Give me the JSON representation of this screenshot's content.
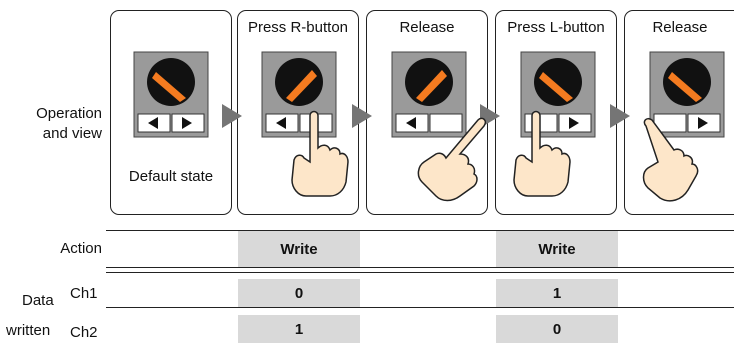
{
  "labels": {
    "operation_and_view_line1": "Operation",
    "operation_and_view_line2": "and view",
    "action": "Action",
    "data": "Data",
    "written": "written",
    "ch1": "Ch1",
    "ch2": "Ch2"
  },
  "panels": [
    {
      "title": "",
      "caption": "Default state"
    },
    {
      "title": "Press R-button",
      "caption": ""
    },
    {
      "title": "Release",
      "caption": ""
    },
    {
      "title": "Press L-button",
      "caption": ""
    },
    {
      "title": "Release",
      "caption": ""
    }
  ],
  "table": {
    "columns": [
      {
        "action": "Write",
        "ch1": "0",
        "ch2": "1"
      },
      {
        "action": "Write",
        "ch1": "1",
        "ch2": "0"
      }
    ]
  },
  "colors": {
    "accent": "#f47b20",
    "cell": "#d9d9d9",
    "arrow": "#757575",
    "hand": "#fde6c9"
  }
}
